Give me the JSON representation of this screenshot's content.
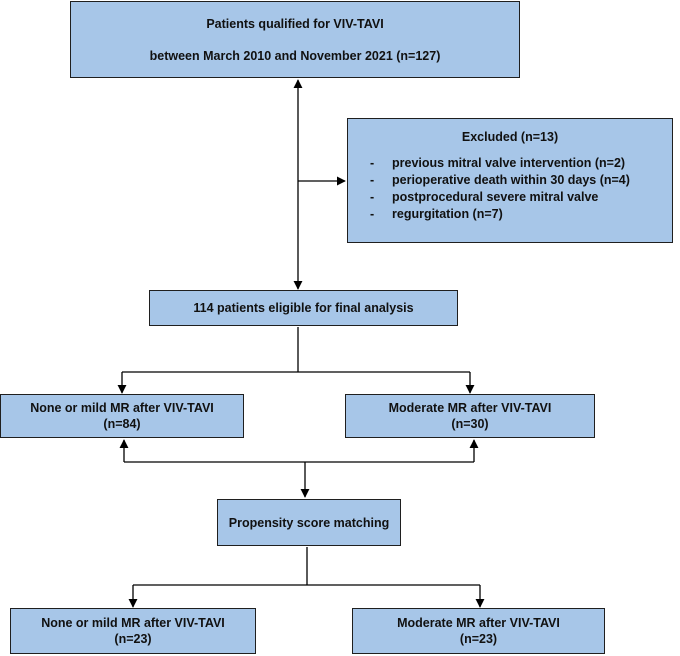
{
  "diagram": {
    "qualified": {
      "line1": "Patients qualified for VIV-TAVI",
      "line2": "between March 2010 and November 2021 (n=127)"
    },
    "excluded": {
      "title": "Excluded (n=13)",
      "items": [
        "previous mitral valve intervention (n=2)",
        "perioperative death within 30 days (n=4)",
        "postprocedural severe mitral valve",
        "regurgitation (n=7)"
      ]
    },
    "eligible": {
      "label": "114 patients eligible for final analysis"
    },
    "groups_before": {
      "left": {
        "line1": "None or mild MR after VIV-TAVI",
        "line2": "(n=84)"
      },
      "right": {
        "line1": "Moderate MR after VIV-TAVI",
        "line2": "(n=30)"
      }
    },
    "matching": {
      "label": "Propensity score matching"
    },
    "groups_after": {
      "left": {
        "line1": "None or mild MR after VIV-TAVI",
        "line2": "(n=23)"
      },
      "right": {
        "line1": "Moderate MR after VIV-TAVI",
        "line2": "(n=23)"
      }
    },
    "colors": {
      "box_fill": "#a7c6e8",
      "line": "#000000"
    }
  }
}
